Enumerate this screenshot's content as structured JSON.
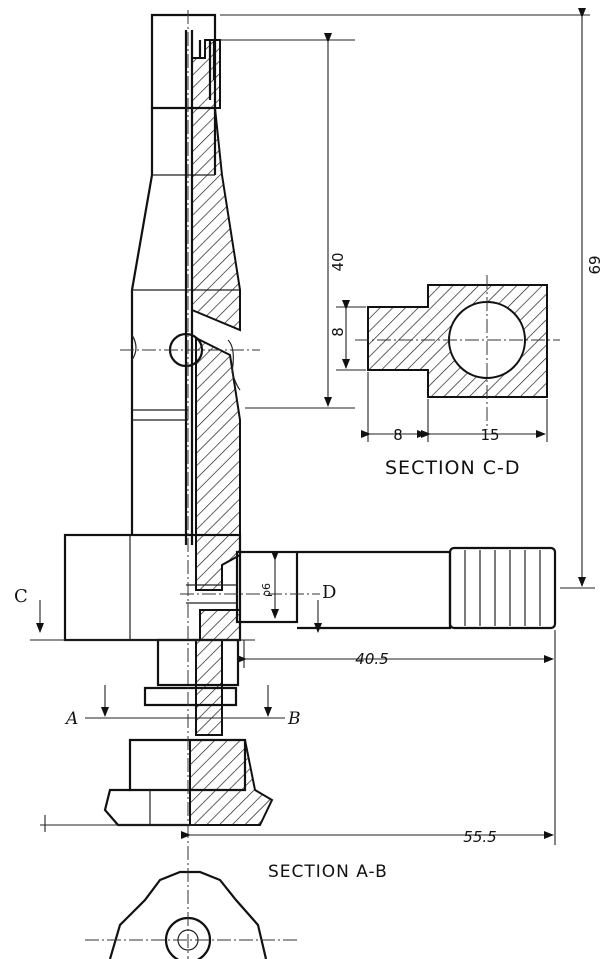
{
  "dimensions": {
    "d40": "40",
    "d69": "69",
    "d8v": "8",
    "d8h": "8",
    "d15": "15",
    "d40_5": "40.5",
    "d55_5": "55.5",
    "d6": "ρ6"
  },
  "labels": {
    "section_cd": "SECTION  C-D",
    "section_ab": "SECTION  A-B",
    "c": "C",
    "d": "D",
    "a": "A",
    "b": "B"
  }
}
